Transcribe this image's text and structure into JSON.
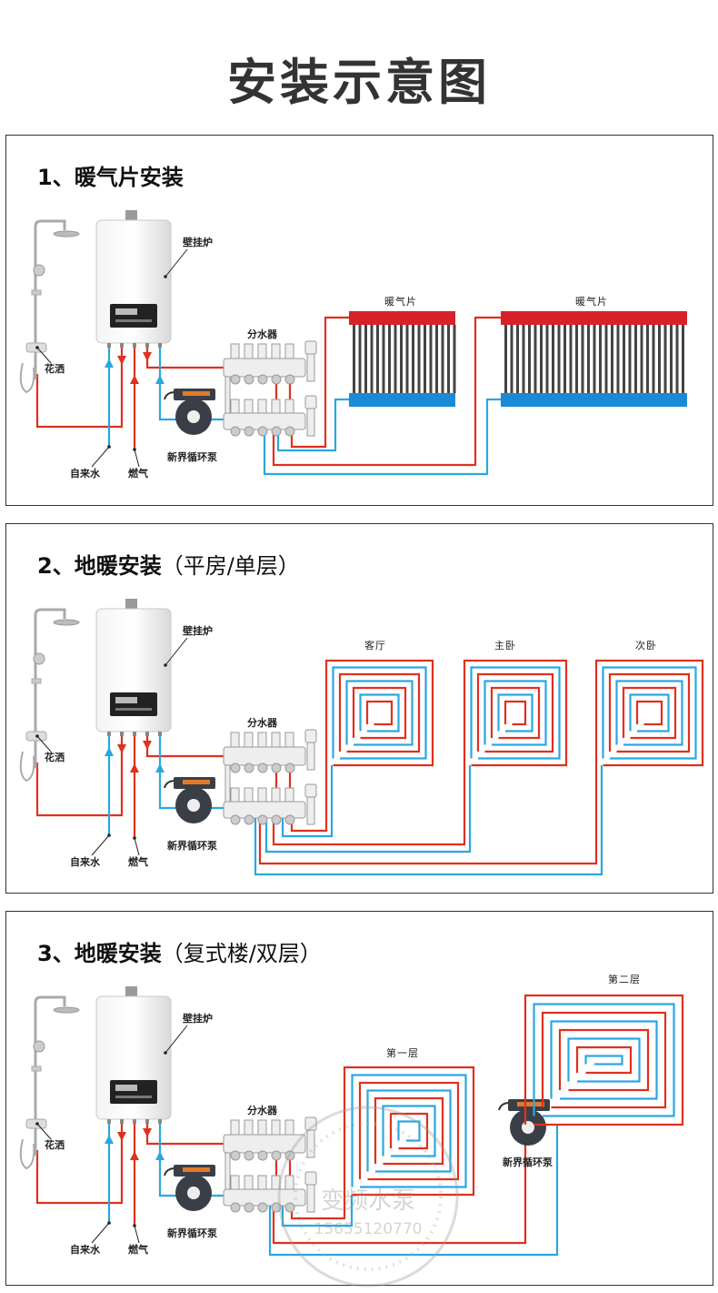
{
  "title": "安装示意图",
  "colors": {
    "hot": "#e0301e",
    "cold": "#2aa7e0",
    "radiator_top": "#d8222a",
    "radiator_bottom": "#1b8ad6"
  },
  "sections": [
    {
      "number_title": "1、暖气片安装",
      "subtitle": "",
      "labels": {
        "boiler": "壁挂炉",
        "shower": "花洒",
        "manifold": "分水器",
        "pump": "新界循环泵",
        "tap_water": "自来水",
        "gas": "燃气"
      },
      "zones": [
        "暖气片",
        "暖气片"
      ]
    },
    {
      "number_title": "2、地暖安装",
      "subtitle": "（平房/单层）",
      "labels": {
        "boiler": "壁挂炉",
        "shower": "花洒",
        "manifold": "分水器",
        "pump": "新界循环泵",
        "tap_water": "自来水",
        "gas": "燃气"
      },
      "zones": [
        "客厅",
        "主卧",
        "次卧"
      ]
    },
    {
      "number_title": "3、地暖安装",
      "subtitle": "（复式楼/双层）",
      "labels": {
        "boiler": "壁挂炉",
        "shower": "花洒",
        "manifold": "分水器",
        "pump": "新界循环泵",
        "tap_water": "自来水",
        "gas": "燃气"
      },
      "zones": [
        "第一层",
        "第二层"
      ],
      "second_pump": "新界循环泵"
    }
  ],
  "watermark": {
    "text": "变频水泵",
    "phone": "15655120770"
  }
}
